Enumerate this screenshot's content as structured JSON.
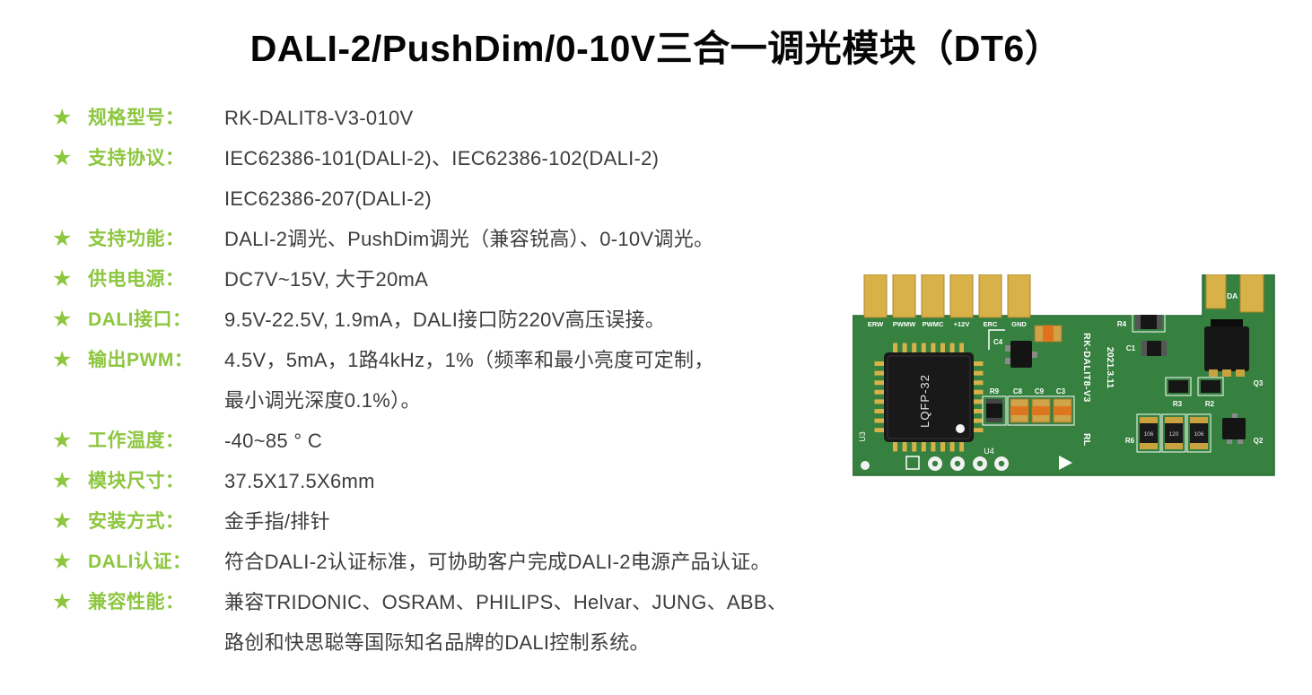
{
  "page": {
    "title": "DALI-2/PushDim/0-10V三合一调光模块（DT6）"
  },
  "icons": {
    "star": "★"
  },
  "colors": {
    "accent_green": "#8dc63f",
    "text_dark": "#3d3d3d",
    "pcb_green": "#36813f",
    "pcb_gold": "#d8b148"
  },
  "specs": [
    {
      "label": "规格型号：",
      "value": "RK-DALIT8-V3-010V"
    },
    {
      "label": "支持协议：",
      "value": "IEC62386-101(DALI-2)、IEC62386-102(DALI-2)\nIEC62386-207(DALI-2)"
    },
    {
      "label": "支持功能：",
      "value": "DALI-2调光、PushDim调光（兼容锐高）、0-10V调光。"
    },
    {
      "label": "供电电源：",
      "value": "DC7V~15V, 大于20mA"
    },
    {
      "label": "DALI接口：",
      "value": "9.5V-22.5V, 1.9mA，DALI接口防220V高压误接。"
    },
    {
      "label": "输出PWM：",
      "value": "4.5V，5mA，1路4kHz，1%（频率和最小亮度可定制，\n最小调光深度0.1%）。"
    },
    {
      "label": "工作温度：",
      "value": "-40~85 ° C"
    },
    {
      "label": "模块尺寸：",
      "value": "37.5X17.5X6mm"
    },
    {
      "label": "安装方式：",
      "value": "金手指/排针"
    },
    {
      "label": "DALI认证：",
      "value": "符合DALI-2认证标准，可协助客户完成DALI-2电源产品认证。"
    },
    {
      "label": "兼容性能：",
      "value": "兼容TRIDONIC、OSRAM、PHILIPS、Helvar、JUNG、ABB、\n路创和快思聪等国际知名品牌的DALI控制系统。"
    }
  ],
  "pcb": {
    "pad_labels": [
      "ERW",
      "PWMW",
      "PWMC",
      "+12V",
      "ERC",
      "GND"
    ],
    "right_pad_label": "DA",
    "chip_marking": "LQFP-32",
    "silkscreen": {
      "u3": "U3",
      "u4": "U4",
      "c4": "C4",
      "r9": "R9",
      "c8": "C8",
      "c9": "C9",
      "c3": "C3",
      "r4": "R4",
      "c1": "C1",
      "q3": "Q3",
      "r3": "R3",
      "r2": "R2",
      "r6": "R6",
      "q2": "Q2",
      "board_name": "RK-DALIT8-V3",
      "board_rev": "RL",
      "board_date": "2021.3.11"
    },
    "component_markings": [
      "106",
      "120",
      "106"
    ]
  }
}
